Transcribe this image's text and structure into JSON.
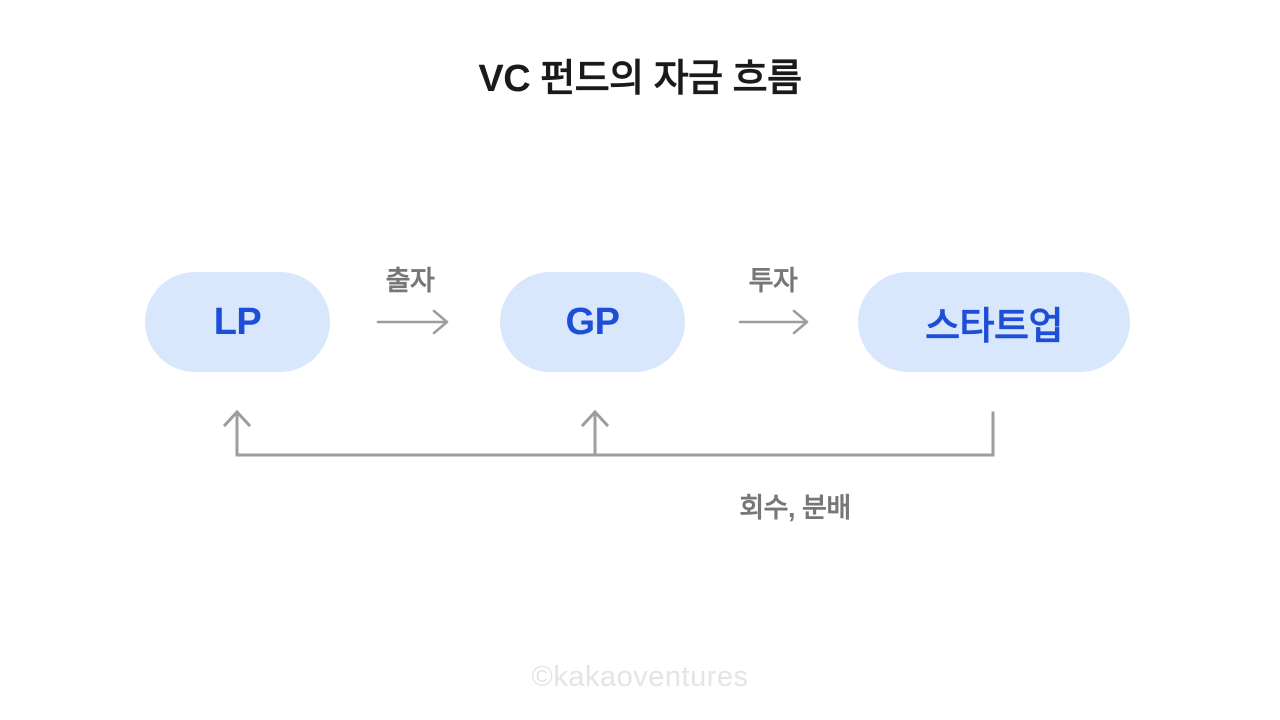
{
  "title": "VC 펀드의 자금 흐름",
  "nodes": {
    "lp": {
      "label": "LP"
    },
    "gp": {
      "label": "GP"
    },
    "startup": {
      "label": "스타트업"
    }
  },
  "flows": {
    "lp_to_gp": {
      "label": "출자",
      "from": "LP",
      "to": "GP"
    },
    "gp_to_startup": {
      "label": "투자",
      "from": "GP",
      "to": "스타트업"
    },
    "return_flow": {
      "label": "회수, 분배",
      "from": "스타트업",
      "to": "GP, LP"
    }
  },
  "watermark": "©kakaoventures",
  "colors": {
    "background": "#ffffff",
    "title_text": "#1a1a1a",
    "node_background": "#d9e7fc",
    "node_text": "#1d4ed8",
    "arrow": "#9d9d9d",
    "flow_label_text": "#777777",
    "watermark_text": "#e4e4e4"
  }
}
